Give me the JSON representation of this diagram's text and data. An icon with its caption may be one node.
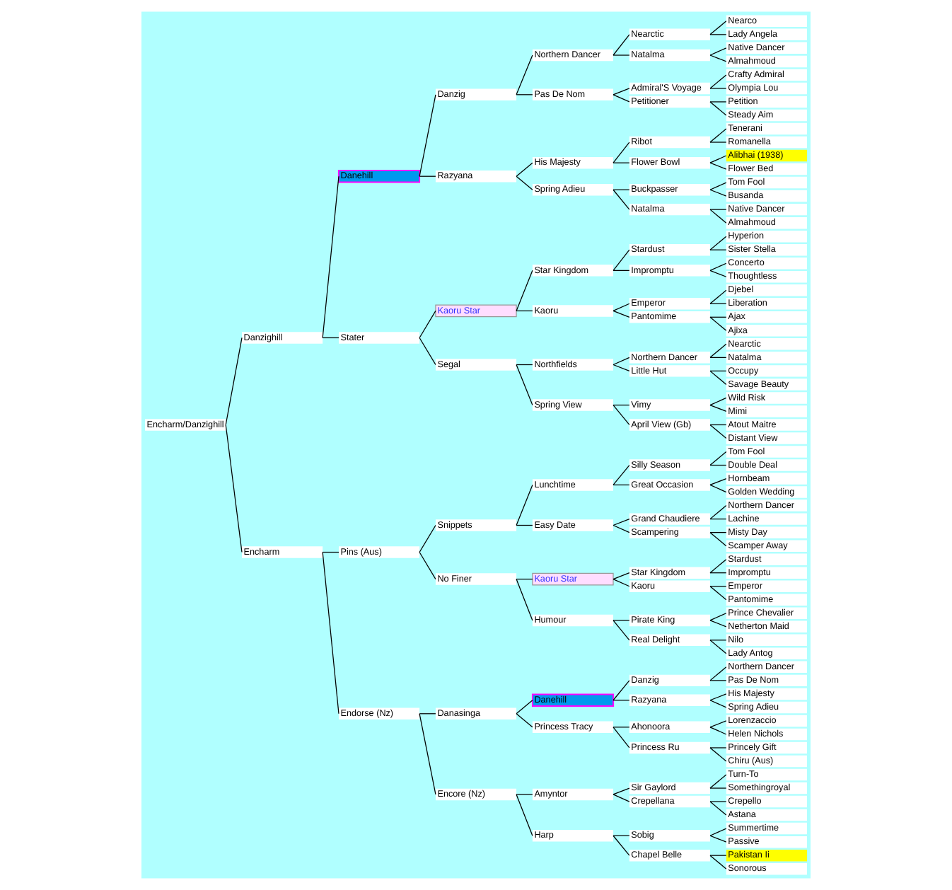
{
  "diagram": {
    "nodes": [
      {
        "text": [
          "Encharm/Danzighill"
        ]
      },
      {
        "text": [
          "Danzighill"
        ]
      },
      {
        "text": [
          "Danehill"
        ]
      },
      {
        "text": [
          "Danzig"
        ]
      },
      {
        "text": [
          "Northern Dancer"
        ]
      },
      {
        "text": [
          "Nearctic"
        ]
      },
      {
        "text": [
          "Nearco"
        ]
      },
      {
        "text": [
          "Lady Angela"
        ]
      },
      {
        "text": [
          "Natalma"
        ]
      },
      {
        "text": [
          "Native Dancer"
        ]
      },
      {
        "text": [
          "Almahmoud"
        ]
      },
      {
        "text": [
          "Pas De Nom"
        ]
      },
      {
        "text": [
          "Admiral'S Voyage"
        ]
      },
      {
        "text": [
          "Crafty Admiral"
        ]
      },
      {
        "text": [
          "Olympia Lou"
        ]
      },
      {
        "text": [
          "Petitioner"
        ]
      },
      {
        "text": [
          "Petition"
        ]
      },
      {
        "text": [
          "Steady Aim"
        ]
      },
      {
        "text": [
          "Razyana"
        ]
      },
      {
        "text": [
          "His Majesty"
        ]
      },
      {
        "text": [
          "Ribot"
        ]
      },
      {
        "text": [
          "Tenerani"
        ]
      },
      {
        "text": [
          "Romanella"
        ]
      },
      {
        "text": [
          "Flower Bowl"
        ]
      },
      {
        "text": [
          "Alibhai (1938)"
        ]
      },
      {
        "text": [
          "Flower Bed"
        ]
      },
      {
        "text": [
          "Spring Adieu"
        ]
      },
      {
        "text": [
          "Buckpasser"
        ]
      },
      {
        "text": [
          "Tom Fool"
        ]
      },
      {
        "text": [
          "Busanda"
        ]
      },
      {
        "text": [
          "Natalma"
        ]
      },
      {
        "text": [
          "Native Dancer"
        ]
      },
      {
        "text": [
          "Almahmoud"
        ]
      },
      {
        "text": [
          "Stater"
        ]
      },
      {
        "text": [
          "Kaoru Star"
        ]
      },
      {
        "text": [
          "Star Kingdom"
        ]
      },
      {
        "text": [
          "Stardust"
        ]
      },
      {
        "text": [
          "Hyperion"
        ]
      },
      {
        "text": [
          "Sister Stella"
        ]
      },
      {
        "text": [
          "Impromptu"
        ]
      },
      {
        "text": [
          "Concerto"
        ]
      },
      {
        "text": [
          "Thoughtless"
        ]
      },
      {
        "text": [
          "Kaoru"
        ]
      },
      {
        "text": [
          "Emperor"
        ]
      },
      {
        "text": [
          "Djebel"
        ]
      },
      {
        "text": [
          "Liberation"
        ]
      },
      {
        "text": [
          "Pantomime"
        ]
      },
      {
        "text": [
          "Ajax"
        ]
      },
      {
        "text": [
          "Ajixa"
        ]
      },
      {
        "text": [
          "Segal"
        ]
      },
      {
        "text": [
          "Northfields"
        ]
      },
      {
        "text": [
          "Northern Dancer"
        ]
      },
      {
        "text": [
          "Nearctic"
        ]
      },
      {
        "text": [
          "Natalma"
        ]
      },
      {
        "text": [
          "Little Hut"
        ]
      },
      {
        "text": [
          "Occupy"
        ]
      },
      {
        "text": [
          "Savage Beauty"
        ]
      },
      {
        "text": [
          "Spring View"
        ]
      },
      {
        "text": [
          "Vimy"
        ]
      },
      {
        "text": [
          "Wild Risk"
        ]
      },
      {
        "text": [
          "Mimi"
        ]
      },
      {
        "text": [
          "April View (Gb)"
        ]
      },
      {
        "text": [
          "Atout Maitre"
        ]
      },
      {
        "text": [
          "Distant View"
        ]
      },
      {
        "text": [
          "Encharm"
        ]
      },
      {
        "text": [
          "Pins (Aus)"
        ]
      },
      {
        "text": [
          "Snippets"
        ]
      },
      {
        "text": [
          "Lunchtime"
        ]
      },
      {
        "text": [
          "Silly Season"
        ]
      },
      {
        "text": [
          "Tom Fool"
        ]
      },
      {
        "text": [
          "Double Deal"
        ]
      },
      {
        "text": [
          "Great Occasion"
        ]
      },
      {
        "text": [
          "Hornbeam"
        ]
      },
      {
        "text": [
          "Golden Wedding"
        ]
      },
      {
        "text": [
          "Easy Date"
        ]
      },
      {
        "text": [
          "Grand Chaudiere"
        ]
      },
      {
        "text": [
          "Northern Dancer"
        ]
      },
      {
        "text": [
          "Lachine"
        ]
      },
      {
        "text": [
          "Scampering"
        ]
      },
      {
        "text": [
          "Misty Day"
        ]
      },
      {
        "text": [
          "Scamper Away"
        ]
      },
      {
        "text": [
          "No Finer"
        ]
      },
      {
        "text": [
          "Kaoru Star"
        ]
      },
      {
        "text": [
          "Star Kingdom"
        ]
      },
      {
        "text": [
          "Stardust"
        ]
      },
      {
        "text": [
          "Impromptu"
        ]
      },
      {
        "text": [
          "Kaoru"
        ]
      },
      {
        "text": [
          "Emperor"
        ]
      },
      {
        "text": [
          "Pantomime"
        ]
      },
      {
        "text": [
          "Humour"
        ]
      },
      {
        "text": [
          "Pirate King"
        ]
      },
      {
        "text": [
          "Prince Chevalier"
        ]
      },
      {
        "text": [
          "Netherton Maid"
        ]
      },
      {
        "text": [
          "Real Delight"
        ]
      },
      {
        "text": [
          "Nilo"
        ]
      },
      {
        "text": [
          "Lady Antog"
        ]
      },
      {
        "text": [
          "Endorse (Nz)"
        ]
      },
      {
        "text": [
          "Danasinga"
        ]
      },
      {
        "text": [
          "Danehill"
        ]
      },
      {
        "text": [
          "Danzig"
        ]
      },
      {
        "text": [
          "Northern Dancer"
        ]
      },
      {
        "text": [
          "Pas De Nom"
        ]
      },
      {
        "text": [
          "Razyana"
        ]
      },
      {
        "text": [
          "His Majesty"
        ]
      },
      {
        "text": [
          "Spring Adieu"
        ]
      },
      {
        "text": [
          "Princess Tracy"
        ]
      },
      {
        "text": [
          "Ahonoora"
        ]
      },
      {
        "text": [
          "Lorenzaccio"
        ]
      },
      {
        "text": [
          "Helen Nichols"
        ]
      },
      {
        "text": [
          "Princess Ru"
        ]
      },
      {
        "text": [
          "Princely Gift"
        ]
      },
      {
        "text": [
          "Chiru (Aus)"
        ]
      },
      {
        "text": [
          "Encore (Nz)"
        ]
      },
      {
        "text": [
          "Amyntor"
        ]
      },
      {
        "text": [
          "Sir Gaylord"
        ]
      },
      {
        "text": [
          "Turn-To"
        ]
      },
      {
        "text": [
          "Somethingroyal"
        ]
      },
      {
        "text": [
          "Crepellana"
        ]
      },
      {
        "text": [
          "Crepello"
        ]
      },
      {
        "text": [
          "Astana"
        ]
      },
      {
        "text": [
          "Harp"
        ]
      },
      {
        "text": [
          "Sobig"
        ]
      },
      {
        "text": [
          "Summertime"
        ]
      },
      {
        "text": [
          "Passive"
        ]
      },
      {
        "text": [
          "Chapel Belle"
        ]
      },
      {
        "text": [
          "Pakistan Ii"
        ]
      },
      {
        "text": [
          "Sonorous"
        ]
      }
    ],
    "edges": [
      {
        "from": 0,
        "to": 1,
        "arrow": "none"
      },
      {
        "from": 1,
        "to": 2,
        "arrow": "none"
      },
      {
        "from": 2,
        "to": 3,
        "arrow": "none"
      },
      {
        "from": 3,
        "to": 4,
        "arrow": "none"
      },
      {
        "from": 4,
        "to": 5,
        "arrow": "none"
      },
      {
        "from": 5,
        "to": 6,
        "arrow": "none"
      },
      {
        "from": 5,
        "to": 7,
        "arrow": "none"
      },
      {
        "from": 4,
        "to": 8,
        "arrow": "none"
      },
      {
        "from": 8,
        "to": 9,
        "arrow": "none"
      },
      {
        "from": 8,
        "to": 10,
        "arrow": "none"
      },
      {
        "from": 3,
        "to": 11,
        "arrow": "none"
      },
      {
        "from": 11,
        "to": 12,
        "arrow": "none"
      },
      {
        "from": 12,
        "to": 13,
        "arrow": "none"
      },
      {
        "from": 12,
        "to": 14,
        "arrow": "none"
      },
      {
        "from": 11,
        "to": 15,
        "arrow": "none"
      },
      {
        "from": 15,
        "to": 16,
        "arrow": "none"
      },
      {
        "from": 15,
        "to": 17,
        "arrow": "none"
      },
      {
        "from": 2,
        "to": 18,
        "arrow": "none"
      },
      {
        "from": 18,
        "to": 19,
        "arrow": "none"
      },
      {
        "from": 19,
        "to": 20,
        "arrow": "none"
      },
      {
        "from": 20,
        "to": 21,
        "arrow": "none"
      },
      {
        "from": 20,
        "to": 22,
        "arrow": "none"
      },
      {
        "from": 19,
        "to": 23,
        "arrow": "none"
      },
      {
        "from": 23,
        "to": 24,
        "arrow": "none"
      },
      {
        "from": 23,
        "to": 25,
        "arrow": "none"
      },
      {
        "from": 18,
        "to": 26,
        "arrow": "none"
      },
      {
        "from": 26,
        "to": 27,
        "arrow": "none"
      },
      {
        "from": 27,
        "to": 28,
        "arrow": "none"
      },
      {
        "from": 27,
        "to": 29,
        "arrow": "none"
      },
      {
        "from": 26,
        "to": 30,
        "arrow": "none"
      },
      {
        "from": 30,
        "to": 31,
        "arrow": "none"
      },
      {
        "from": 30,
        "to": 32,
        "arrow": "none"
      },
      {
        "from": 1,
        "to": 33,
        "arrow": "none"
      },
      {
        "from": 33,
        "to": 34,
        "arrow": "none"
      },
      {
        "from": 34,
        "to": 35,
        "arrow": "none"
      },
      {
        "from": 35,
        "to": 36,
        "arrow": "none"
      },
      {
        "from": 36,
        "to": 37,
        "arrow": "none"
      },
      {
        "from": 36,
        "to": 38,
        "arrow": "none"
      },
      {
        "from": 35,
        "to": 39,
        "arrow": "none"
      },
      {
        "from": 39,
        "to": 40,
        "arrow": "none"
      },
      {
        "from": 39,
        "to": 41,
        "arrow": "none"
      },
      {
        "from": 34,
        "to": 42,
        "arrow": "none"
      },
      {
        "from": 42,
        "to": 43,
        "arrow": "none"
      },
      {
        "from": 43,
        "to": 44,
        "arrow": "none"
      },
      {
        "from": 43,
        "to": 45,
        "arrow": "none"
      },
      {
        "from": 42,
        "to": 46,
        "arrow": "none"
      },
      {
        "from": 46,
        "to": 47,
        "arrow": "none"
      },
      {
        "from": 46,
        "to": 48,
        "arrow": "none"
      },
      {
        "from": 33,
        "to": 49,
        "arrow": "none"
      },
      {
        "from": 49,
        "to": 50,
        "arrow": "none"
      },
      {
        "from": 50,
        "to": 51,
        "arrow": "none"
      },
      {
        "from": 51,
        "to": 52,
        "arrow": "none"
      },
      {
        "from": 51,
        "to": 53,
        "arrow": "none"
      },
      {
        "from": 50,
        "to": 54,
        "arrow": "none"
      },
      {
        "from": 54,
        "to": 55,
        "arrow": "none"
      },
      {
        "from": 54,
        "to": 56,
        "arrow": "none"
      },
      {
        "from": 49,
        "to": 57,
        "arrow": "none"
      },
      {
        "from": 57,
        "to": 58,
        "arrow": "none"
      },
      {
        "from": 58,
        "to": 59,
        "arrow": "none"
      },
      {
        "from": 58,
        "to": 60,
        "arrow": "none"
      },
      {
        "from": 57,
        "to": 61,
        "arrow": "none"
      },
      {
        "from": 61,
        "to": 62,
        "arrow": "none"
      },
      {
        "from": 61,
        "to": 63,
        "arrow": "none"
      },
      {
        "from": 0,
        "to": 64,
        "arrow": "none"
      },
      {
        "from": 64,
        "to": 65,
        "arrow": "none"
      },
      {
        "from": 65,
        "to": 66,
        "arrow": "none"
      },
      {
        "from": 66,
        "to": 67,
        "arrow": "none"
      },
      {
        "from": 67,
        "to": 68,
        "arrow": "none"
      },
      {
        "from": 68,
        "to": 69,
        "arrow": "none"
      },
      {
        "from": 68,
        "to": 70,
        "arrow": "none"
      },
      {
        "from": 67,
        "to": 71,
        "arrow": "none"
      },
      {
        "from": 71,
        "to": 72,
        "arrow": "none"
      },
      {
        "from": 71,
        "to": 73,
        "arrow": "none"
      },
      {
        "from": 66,
        "to": 74,
        "arrow": "none"
      },
      {
        "from": 74,
        "to": 75,
        "arrow": "none"
      },
      {
        "from": 75,
        "to": 76,
        "arrow": "none"
      },
      {
        "from": 75,
        "to": 77,
        "arrow": "none"
      },
      {
        "from": 74,
        "to": 78,
        "arrow": "none"
      },
      {
        "from": 78,
        "to": 79,
        "arrow": "none"
      },
      {
        "from": 78,
        "to": 80,
        "arrow": "none"
      },
      {
        "from": 65,
        "to": 81,
        "arrow": "none"
      },
      {
        "from": 81,
        "to": 82,
        "arrow": "none"
      },
      {
        "from": 82,
        "to": 83,
        "arrow": "none"
      },
      {
        "from": 83,
        "to": 84,
        "arrow": "none"
      },
      {
        "from": 83,
        "to": 85,
        "arrow": "none"
      },
      {
        "from": 82,
        "to": 86,
        "arrow": "none"
      },
      {
        "from": 86,
        "to": 87,
        "arrow": "none"
      },
      {
        "from": 86,
        "to": 88,
        "arrow": "none"
      },
      {
        "from": 81,
        "to": 89,
        "arrow": "none"
      },
      {
        "from": 89,
        "to": 90,
        "arrow": "none"
      },
      {
        "from": 90,
        "to": 91,
        "arrow": "none"
      },
      {
        "from": 90,
        "to": 92,
        "arrow": "none"
      },
      {
        "from": 89,
        "to": 93,
        "arrow": "none"
      },
      {
        "from": 93,
        "to": 94,
        "arrow": "none"
      },
      {
        "from": 93,
        "to": 95,
        "arrow": "none"
      },
      {
        "from": 64,
        "to": 96,
        "arrow": "none"
      },
      {
        "from": 96,
        "to": 97,
        "arrow": "none"
      },
      {
        "from": 97,
        "to": 98,
        "arrow": "none"
      },
      {
        "from": 98,
        "to": 99,
        "arrow": "none"
      },
      {
        "from": 99,
        "to": 100,
        "arrow": "none"
      },
      {
        "from": 99,
        "to": 101,
        "arrow": "none"
      },
      {
        "from": 98,
        "to": 102,
        "arrow": "none"
      },
      {
        "from": 102,
        "to": 103,
        "arrow": "none"
      },
      {
        "from": 102,
        "to": 104,
        "arrow": "none"
      },
      {
        "from": 97,
        "to": 105,
        "arrow": "none"
      },
      {
        "from": 105,
        "to": 106,
        "arrow": "none"
      },
      {
        "from": 106,
        "to": 107,
        "arrow": "none"
      },
      {
        "from": 106,
        "to": 108,
        "arrow": "none"
      },
      {
        "from": 105,
        "to": 109,
        "arrow": "none"
      },
      {
        "from": 109,
        "to": 110,
        "arrow": "none"
      },
      {
        "from": 109,
        "to": 111,
        "arrow": "none"
      },
      {
        "from": 96,
        "to": 112,
        "arrow": "none"
      },
      {
        "from": 112,
        "to": 113,
        "arrow": "none"
      },
      {
        "from": 113,
        "to": 114,
        "arrow": "none"
      },
      {
        "from": 114,
        "to": 115,
        "arrow": "none"
      },
      {
        "from": 114,
        "to": 116,
        "arrow": "none"
      },
      {
        "from": 113,
        "to": 117,
        "arrow": "none"
      },
      {
        "from": 117,
        "to": 118,
        "arrow": "none"
      },
      {
        "from": 117,
        "to": 119,
        "arrow": "none"
      },
      {
        "from": 112,
        "to": 120,
        "arrow": "none"
      },
      {
        "from": 120,
        "to": 121,
        "arrow": "none"
      },
      {
        "from": 121,
        "to": 122,
        "arrow": "none"
      },
      {
        "from": 121,
        "to": 123,
        "arrow": "none"
      },
      {
        "from": 120,
        "to": 124,
        "arrow": "none"
      },
      {
        "from": 124,
        "to": 125,
        "arrow": "none"
      },
      {
        "from": 124,
        "to": 126,
        "arrow": "none"
      }
    ]
  }
}
